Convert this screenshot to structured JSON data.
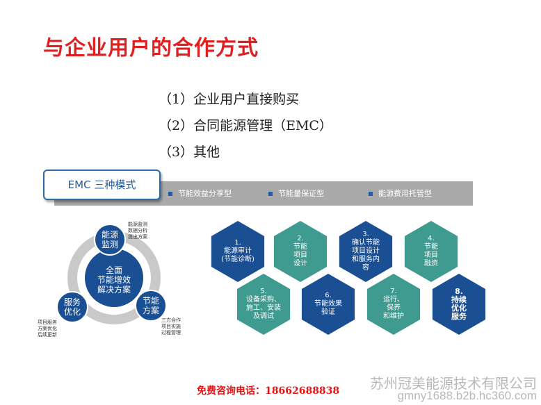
{
  "title": "与企业用户的合作方式",
  "list": [
    "（1）企业用户直接购买",
    "（2）合同能源管理（EMC）",
    "（3）其他"
  ],
  "emc_box": "EMC 三种模式",
  "modes": [
    "节能效益分享型",
    "节能量保证型",
    "能源费用托管型"
  ],
  "wheel": {
    "center": [
      "全面",
      "节能增效",
      "解决方案"
    ],
    "top": [
      "能源",
      "监测"
    ],
    "right": [
      "节能",
      "方案"
    ],
    "left": [
      "服务",
      "优化"
    ],
    "note_top": [
      "能源监测",
      "数据分析",
      "提出方案"
    ],
    "note_right": [
      "三方合作",
      "项目实施",
      "过程管理"
    ],
    "note_left": [
      "项目服务",
      "方案优化",
      "后续更新"
    ]
  },
  "steps": [
    {
      "num": "1.",
      "lines": [
        "能源审计",
        "(节能诊断)"
      ]
    },
    {
      "num": "2.",
      "lines": [
        "节能",
        "项目",
        "设计"
      ]
    },
    {
      "num": "3.",
      "lines": [
        "确认节能",
        "项目设计",
        "和服务内",
        "容"
      ]
    },
    {
      "num": "4.",
      "lines": [
        "节能",
        "项目",
        "融资"
      ]
    },
    {
      "num": "5.",
      "lines": [
        "设备采购、",
        "施工、安装",
        "及调试"
      ]
    },
    {
      "num": "6.",
      "lines": [
        "节能效果",
        "验证"
      ]
    },
    {
      "num": "7.",
      "lines": [
        "运行、",
        "保养",
        "和维护"
      ]
    },
    {
      "num": "8.",
      "lines": [
        "持续",
        "优化",
        "服务"
      ]
    }
  ],
  "colors": {
    "title": "#e02020",
    "blue": "#1b4f93",
    "teal": "#3f9a90",
    "banner": "#a9a9a9"
  },
  "footer": "免费咨询电话：18662688838",
  "watermark": [
    "苏州冠美能源技术有限公司",
    "gmny1688.b2b.hc360.com"
  ]
}
